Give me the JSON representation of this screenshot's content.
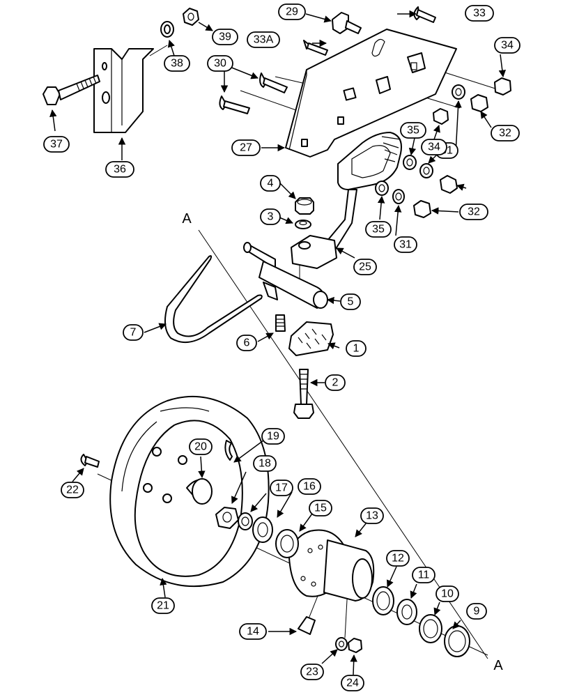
{
  "axis_labels": {
    "top": "A",
    "bottom": "A"
  },
  "callouts": {
    "c1": "1",
    "c2": "2",
    "c3": "3",
    "c4": "4",
    "c5": "5",
    "c6": "6",
    "c7": "7",
    "c9": "9",
    "c10": "10",
    "c11": "11",
    "c12": "12",
    "c13": "13",
    "c14": "14",
    "c15": "15",
    "c16": "16",
    "c17": "17",
    "c18": "18",
    "c19": "19",
    "c20": "20",
    "c21": "21",
    "c22": "22",
    "c23": "23",
    "c24": "24",
    "c25": "25",
    "c27": "27",
    "c29": "29",
    "c30": "30",
    "c31a": "31",
    "c31b": "31",
    "c32a": "32",
    "c32b": "32",
    "c33": "33",
    "c33a": "33A",
    "c34a": "34",
    "c34b": "34",
    "c35a": "35",
    "c35b": "35",
    "c36": "36",
    "c37": "37",
    "c38": "38",
    "c39": "39"
  }
}
